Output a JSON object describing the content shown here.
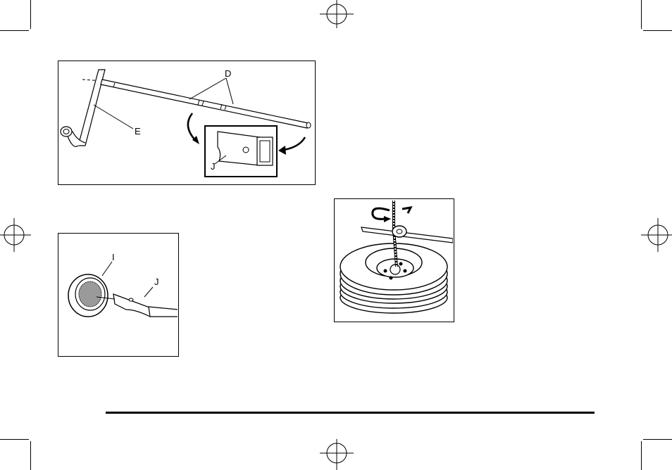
{
  "figures": {
    "wrench_extension": {
      "label_d": "D",
      "label_e": "E",
      "label_j": "J"
    },
    "wrench_cap": {
      "label_i": "I",
      "label_j": "J"
    },
    "spare_tire_hoist": {}
  },
  "page": {
    "footer_rule": true
  },
  "colors": {
    "line": "#000000",
    "background": "#ffffff",
    "shade": "#9a9a9a"
  }
}
